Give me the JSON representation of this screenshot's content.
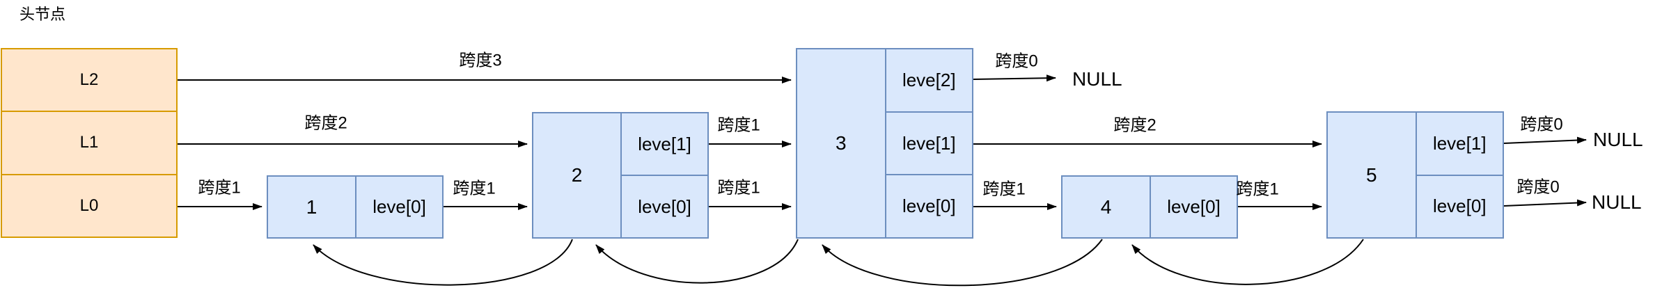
{
  "title": "头节点",
  "colors": {
    "head_fill": "#ffe6cc",
    "head_border": "#d79b00",
    "node_fill": "#dae8fc",
    "node_border": "#6c8ebf",
    "arrow": "#000000",
    "text": "#000000",
    "background": "#ffffff"
  },
  "head": {
    "levels": [
      "L2",
      "L1",
      "L0"
    ]
  },
  "nodes": [
    {
      "value": "1",
      "levels": [
        "leve[0]"
      ]
    },
    {
      "value": "2",
      "levels": [
        "leve[1]",
        "leve[0]"
      ]
    },
    {
      "value": "3",
      "levels": [
        "leve[2]",
        "leve[1]",
        "leve[0]"
      ]
    },
    {
      "value": "4",
      "levels": [
        "leve[0]"
      ]
    },
    {
      "value": "5",
      "levels": [
        "leve[1]",
        "leve[0]"
      ]
    }
  ],
  "spans": [
    "跨度3",
    "跨度2",
    "跨度1",
    "跨度1",
    "跨度1",
    "跨度1",
    "跨度0",
    "跨度2",
    "跨度1",
    "跨度1",
    "跨度0",
    "跨度0"
  ],
  "nulls": [
    "NULL",
    "NULL",
    "NULL"
  ]
}
